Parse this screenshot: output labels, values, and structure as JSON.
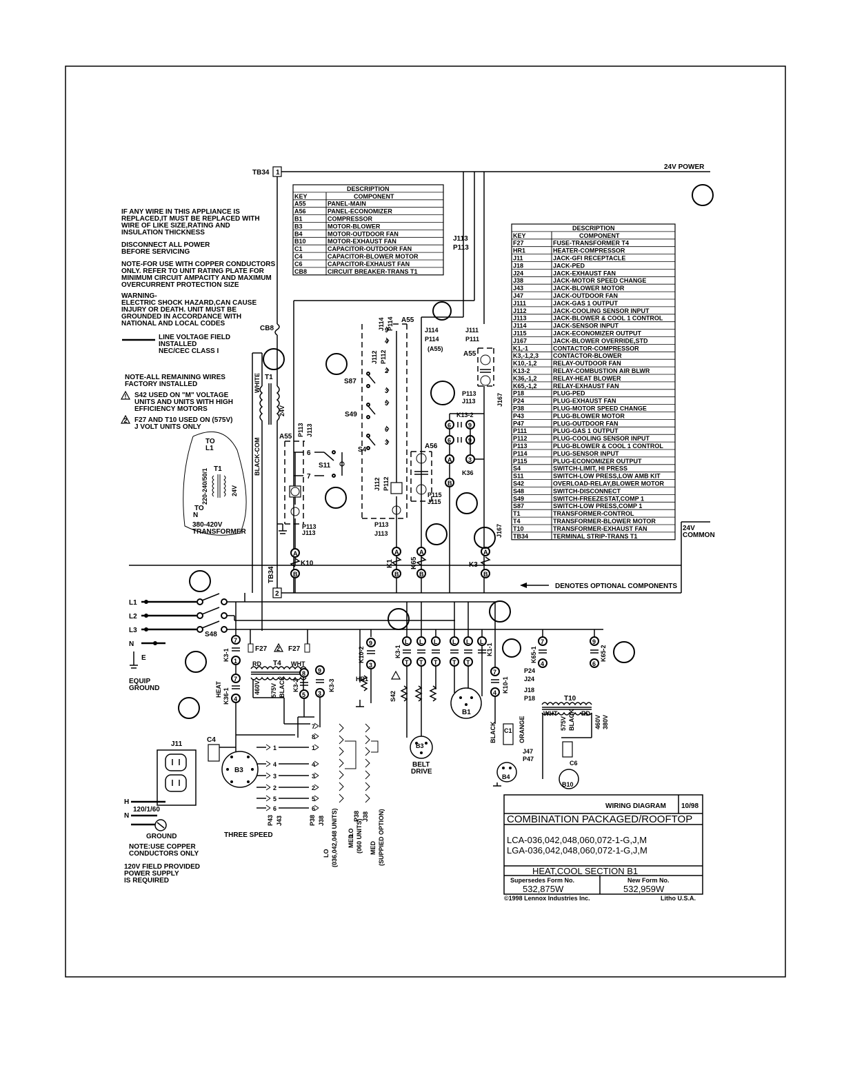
{
  "warnings": {
    "replace": [
      "IF ANY WIRE IN THIS APPLIANCE IS",
      "REPLACED,IT MUST BE REPLACED WITH",
      "WIRE OF LIKE SIZE,RATING AND",
      "INSULATION THICKNESS"
    ],
    "disconnect": [
      "DISCONNECT ALL POWER",
      "BEFORE SERVICING"
    ],
    "copper": [
      "NOTE-FOR USE WITH COPPER CONDUCTORS",
      "ONLY. REFER TO UNIT RATING PLATE FOR",
      "MINIMUM CIRCUIT AMPACITY AND MAXIMUM",
      "OVERCURRENT PROTECTION SIZE"
    ],
    "shock": [
      "WARNING-",
      "ELECTRIC SHOCK HAZARD,CAN CAUSE",
      "INJURY OR DEATH. UNIT MUST BE",
      "GROUNDED IN ACCORDANCE WITH",
      "NATIONAL AND LOCAL CODES"
    ],
    "line_voltage": [
      "LINE VOLTAGE FIELD",
      "INSTALLED",
      "NEC/CEC CLASS I"
    ],
    "factory": [
      "NOTE-ALL REMAINING WIRES",
      "FACTORY INSTALLED"
    ],
    "note1": [
      "S42 USED ON \"M\" VOLTAGE",
      "UNITS AND UNITS WITH HIGH",
      "EFFICIENCY MOTORS"
    ],
    "note2": [
      "F27 AND T10 USED ON (575V)",
      "J VOLT UNITS ONLY"
    ]
  },
  "legend_left": {
    "header_top": "DESCRIPTION",
    "col_key": "KEY",
    "col_component": "COMPONENT",
    "rows": [
      [
        "A55",
        "PANEL-MAIN"
      ],
      [
        "A56",
        "PANEL-ECONOMIZER"
      ],
      [
        "B1",
        "COMPRESSOR"
      ],
      [
        "B3",
        "MOTOR-BLOWER"
      ],
      [
        "B4",
        "MOTOR-OUTDOOR FAN"
      ],
      [
        "B10",
        "MOTOR-EXHAUST FAN"
      ],
      [
        "C1",
        "CAPACITOR-OUTDOOR FAN"
      ],
      [
        "C4",
        "CAPACITOR-BLOWER MOTOR"
      ],
      [
        "C6",
        "CAPACITOR-EXHAUST FAN"
      ],
      [
        "CB8",
        "CIRCUIT BREAKER-TRANS T1"
      ]
    ]
  },
  "legend_right": {
    "header_top": "DESCRIPTION",
    "col_key": "KEY",
    "col_component": "COMPONENT",
    "rows": [
      [
        "F27",
        "FUSE-TRANSFORMER T4"
      ],
      [
        "HR1",
        "HEATER-COMPRESSOR"
      ],
      [
        "J11",
        "JACK-GFI RECEPTACLE"
      ],
      [
        "J18",
        "JACK-PED"
      ],
      [
        "J24",
        "JACK-EXHAUST FAN"
      ],
      [
        "J38",
        "JACK-MOTOR SPEED CHANGE"
      ],
      [
        "J43",
        "JACK-BLOWER MOTOR"
      ],
      [
        "J47",
        "JACK-OUTDOOR FAN"
      ],
      [
        "J111",
        "JACK-GAS 1 OUTPUT"
      ],
      [
        "J112",
        "JACK-COOLING SENSOR INPUT"
      ],
      [
        "J113",
        "JACK-BLOWER & COOL 1 CONTROL"
      ],
      [
        "J114",
        "JACK-SENSOR INPUT"
      ],
      [
        "J115",
        "JACK-ECONOMIZER OUTPUT"
      ],
      [
        "J167",
        "JACK-BLOWER OVERRIDE,STD"
      ],
      [
        "K1,-1",
        "CONTACTOR-COMPRESSOR"
      ],
      [
        "K3,-1,2,3",
        "CONTACTOR-BLOWER"
      ],
      [
        "K10,-1,2",
        "RELAY-OUTDOOR FAN"
      ],
      [
        "K13-2",
        "RELAY-COMBUSTION AIR BLWR"
      ],
      [
        "K36,-1,2",
        "RELAY-HEAT BLOWER"
      ],
      [
        "K65,-1,2",
        "RELAY-EXHAUST FAN"
      ],
      [
        "P18",
        "PLUG-PED"
      ],
      [
        "P24",
        "PLUG-EXHAUST FAN"
      ],
      [
        "P38",
        "PLUG-MOTOR SPEED CHANGE"
      ],
      [
        "P43",
        "PLUG-BLOWER MOTOR"
      ],
      [
        "P47",
        "PLUG-OUTDOOR FAN"
      ],
      [
        "P111",
        "PLUG-GAS 1 OUTPUT"
      ],
      [
        "P112",
        "PLUG-COOLING SENSOR INPUT"
      ],
      [
        "P113",
        "PLUG-BLOWER & COOL 1 CONTROL"
      ],
      [
        "P114",
        "PLUG-SENSOR INPUT"
      ],
      [
        "P115",
        "PLUG-ECONOMIZER OUTPUT"
      ],
      [
        "S4",
        "SWITCH-LIMIT, HI PRESS"
      ],
      [
        "S11",
        "SWITCH-LOW PRESS,LOW AMB KIT"
      ],
      [
        "S42",
        "OVERLOAD-RELAY,BLOWER MOTOR"
      ],
      [
        "S48",
        "SWITCH-DISCONNECT"
      ],
      [
        "S49",
        "SWITCH-FREEZESTAT,COMP 1"
      ],
      [
        "S87",
        "SWITCH-LOW PRESS,COMP 1"
      ],
      [
        "T1",
        "TRANSFORMER-CONTROL"
      ],
      [
        "T4",
        "TRANSFORMER-BLOWER MOTOR"
      ],
      [
        "T10",
        "TRANSFORMER-EXHAUST FAN"
      ],
      [
        "TB34",
        "TERMINAL STRIP-TRANS T1"
      ]
    ]
  },
  "labels": {
    "tb34": "TB34",
    "tb34_t1": "1",
    "tb34_t2": "2",
    "power_24v": "24V POWER",
    "common_24v": "24V",
    "common_word": "COMMON",
    "optional": "DENOTES OPTIONAL COMPONENTS",
    "cb8": "CB8",
    "white": "WHITE",
    "t1": "T1",
    "v24": "24V",
    "black_com": "BLACK-COM",
    "a55": "A55",
    "j113": "J113",
    "p113": "P113",
    "p113b": "P113",
    "j113b": "J113",
    "s11": "S11",
    "k10": "K10",
    "k1": "K1",
    "k65": "K65",
    "k3": "K3",
    "k36": "K36",
    "k13_2": "K13-2",
    "s87": "S87",
    "s49": "S49",
    "s4": "S4",
    "a56": "A56",
    "p115": "P115",
    "j115": "J115",
    "j114": "J114",
    "p114": "P114",
    "a55p": "(A55)",
    "j112": "J112",
    "p112": "P112",
    "j111": "J111",
    "p111": "P111",
    "j167": "J167",
    "a55b": "A55",
    "l1": "L1",
    "l2": "L2",
    "l3": "L3",
    "n": "N",
    "e": "E",
    "equip": "EQUIP",
    "ground_w": "GROUND",
    "s48": "S48",
    "to_l1": "TO",
    "to_l1b": "L1",
    "t1b": "T1",
    "v220": "220-240/50/1",
    "v24b": "24V",
    "to_n": "TO",
    "to_nb": "N",
    "tr_note": "380-420V",
    "tr_note2": "TRANSFORMER",
    "k3_1": "K3-1",
    "heat": "HEAT",
    "k36_1": "K36-1",
    "f27": "F27",
    "f27b": "F27",
    "t4": "T4",
    "rd": "RD",
    "wht": "WHT",
    "v460": "460V",
    "v575": "575V",
    "black": "BLACK",
    "k3_2": "K3-2",
    "k3_3": "K3-3",
    "k10_2": "K10-2",
    "hr1": "HR1",
    "s42": "S42",
    "b3": "B3",
    "belt": "BELT",
    "drive": "DRIVE",
    "b1": "B1",
    "k1_1": "K1-1",
    "k10_1": "K10-1",
    "k65_1": "K65-1",
    "k65_2": "K65-2",
    "p24": "P24",
    "j24": "J24",
    "j18": "J18",
    "p18": "P18",
    "t10": "T10",
    "wht2": "WHT",
    "v575b": "575V",
    "black2": "BLACK",
    "rd2": "RD",
    "v460b": "460V",
    "v380": "380V",
    "c6": "C6",
    "b10": "B10",
    "black3": "BLACK",
    "orange": "ORANGE",
    "c1": "C1",
    "j47": "J47",
    "p47": "P47",
    "b4": "B4",
    "j11": "J11",
    "c4": "C4",
    "b3m": "B3",
    "h": "H",
    "n2": "N",
    "v120": "120/1/60",
    "ground2": "GROUND",
    "note_copper": [
      "NOTE:USE COPPER",
      "CONDUCTORS ONLY"
    ],
    "field_supply": [
      "120V FIELD PROVIDED",
      "POWER SUPPLY",
      "IS REQUIRED"
    ],
    "three_speed": "THREE SPEED",
    "p43": "P43",
    "j43": "J43",
    "p38": "P38",
    "j38": "J38",
    "lo_units": [
      "LO",
      "(036,042,048 UNITS)"
    ],
    "med_lo": [
      "MED",
      "LO",
      "(060 UNITS)"
    ],
    "med_opt": [
      "MED",
      "(SUPPIED OPTION)"
    ],
    "p38b": "P38",
    "j38b": "J38"
  },
  "title_block": {
    "kind": "WIRING DIAGRAM",
    "date": "10/98",
    "product": "COMBINATION PACKAGED/ROOFTOP",
    "models": [
      "LCA-036,042,048,060,072-1-G,J,M",
      "LGA-036,042,048,060,072-1-G,J,M"
    ],
    "section": "HEAT,COOL SECTION B1",
    "supersedes_label": "Supersedes Form No.",
    "supersedes": "532,875W",
    "new_form_label": "New Form No.",
    "new_form": "532,959W",
    "copyright": "©1998 Lennox Industries Inc.",
    "litho": "Litho U.S.A."
  }
}
